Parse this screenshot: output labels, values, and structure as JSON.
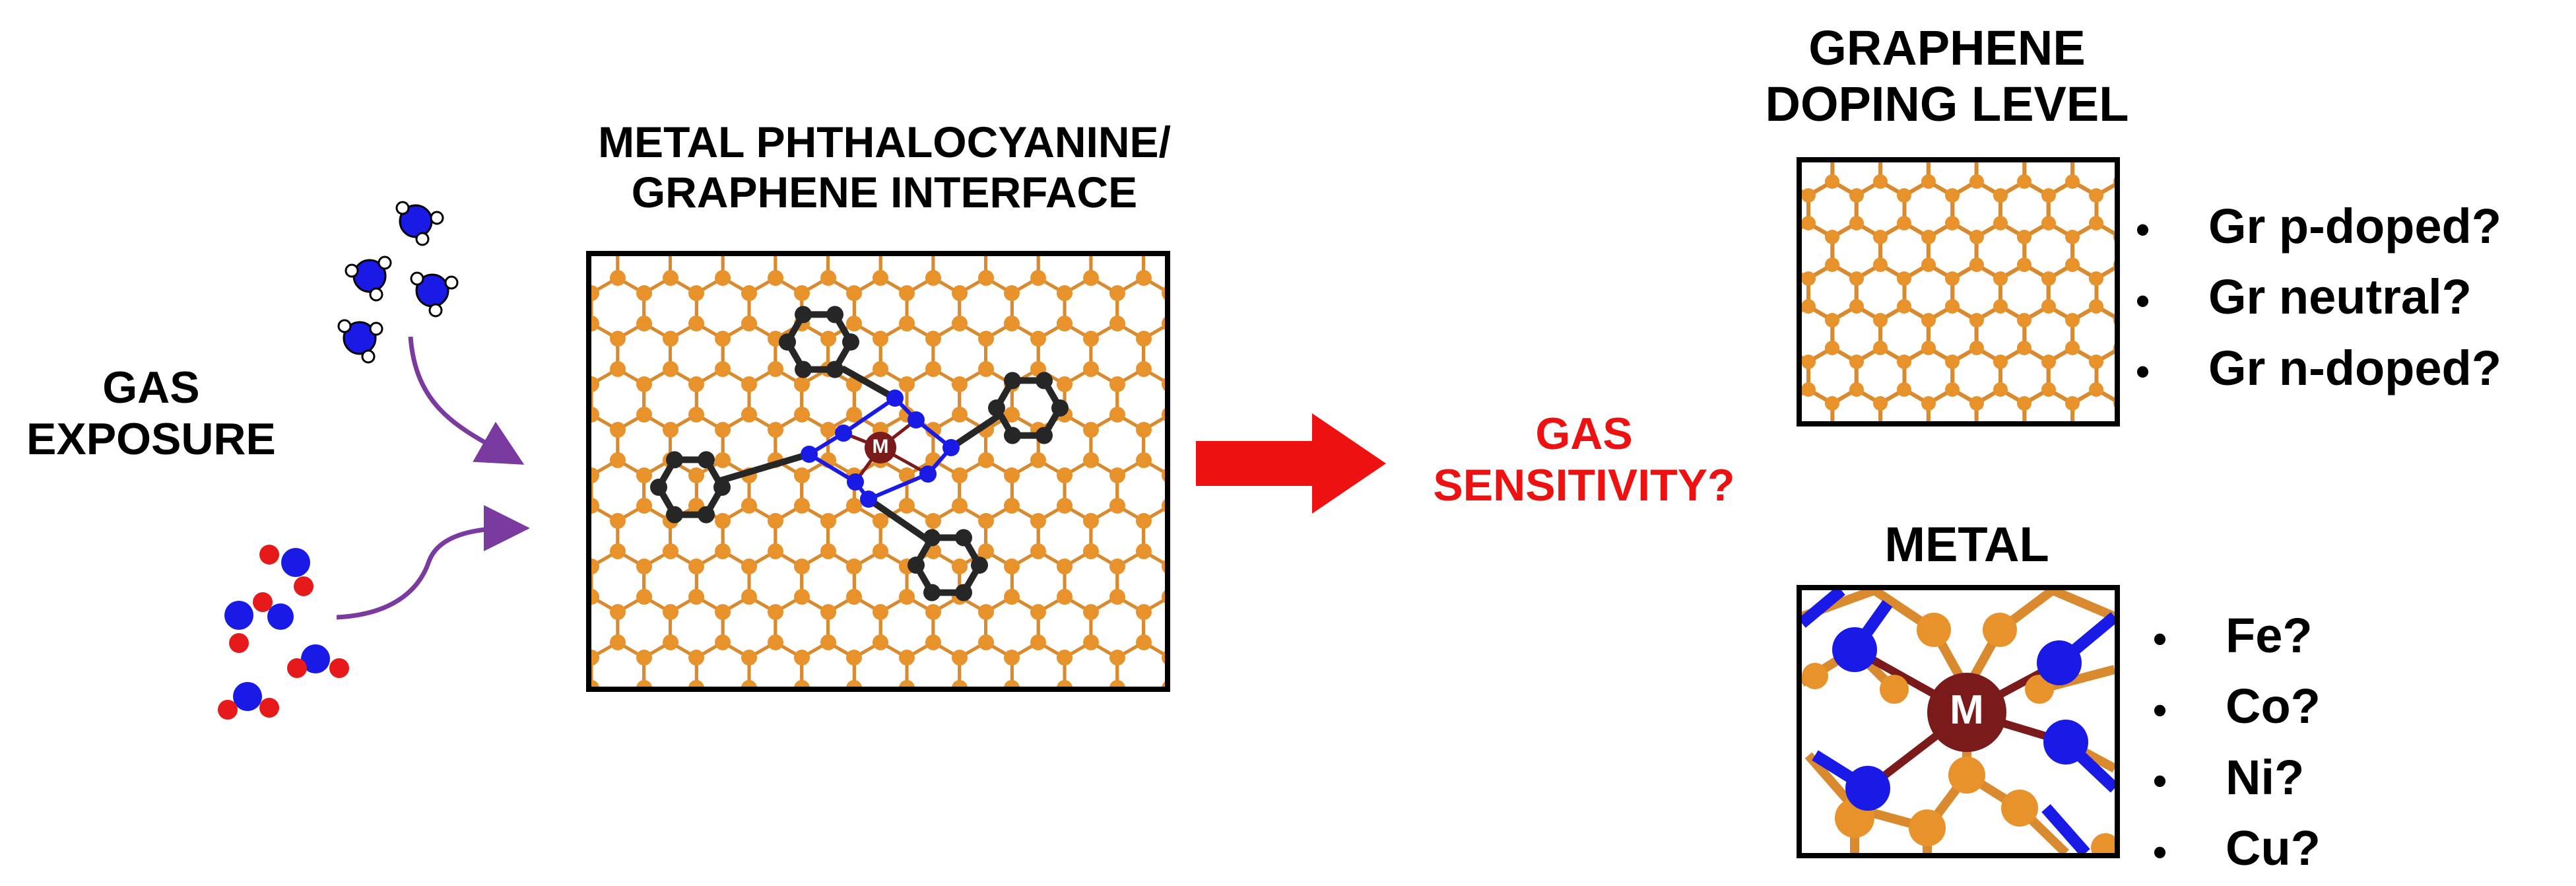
{
  "labels": {
    "gas_exposure": [
      "GAS",
      "EXPOSURE"
    ],
    "interface_title": [
      "METAL PHTHALOCYANINE/",
      "GRAPHENE INTERFACE"
    ],
    "gas_sensitivity": [
      "GAS",
      "SENSITIVITY?"
    ],
    "doping_title": [
      "GRAPHENE",
      "DOPING LEVEL"
    ],
    "metal_title": "METAL",
    "metal_center": "M",
    "metal_center_large": "M"
  },
  "doping_options": [
    "Gr p-doped?",
    "Gr neutral?",
    "Gr n-doped?"
  ],
  "metal_options": [
    "Fe?",
    "Co?",
    "Ni?",
    "Cu?"
  ],
  "bullet_glyph": "•",
  "colors": {
    "graphene": "#e8922c",
    "graphene_bond": "#d98a2e",
    "nitrogen": "#1a1ae6",
    "carbon_pc": "#262626",
    "metal": "#7a1a1a",
    "oxygen": "#e61a1a",
    "arrow_red": "#ee1111",
    "arrow_purple": "#7a3aa0",
    "frame": "#000000"
  }
}
